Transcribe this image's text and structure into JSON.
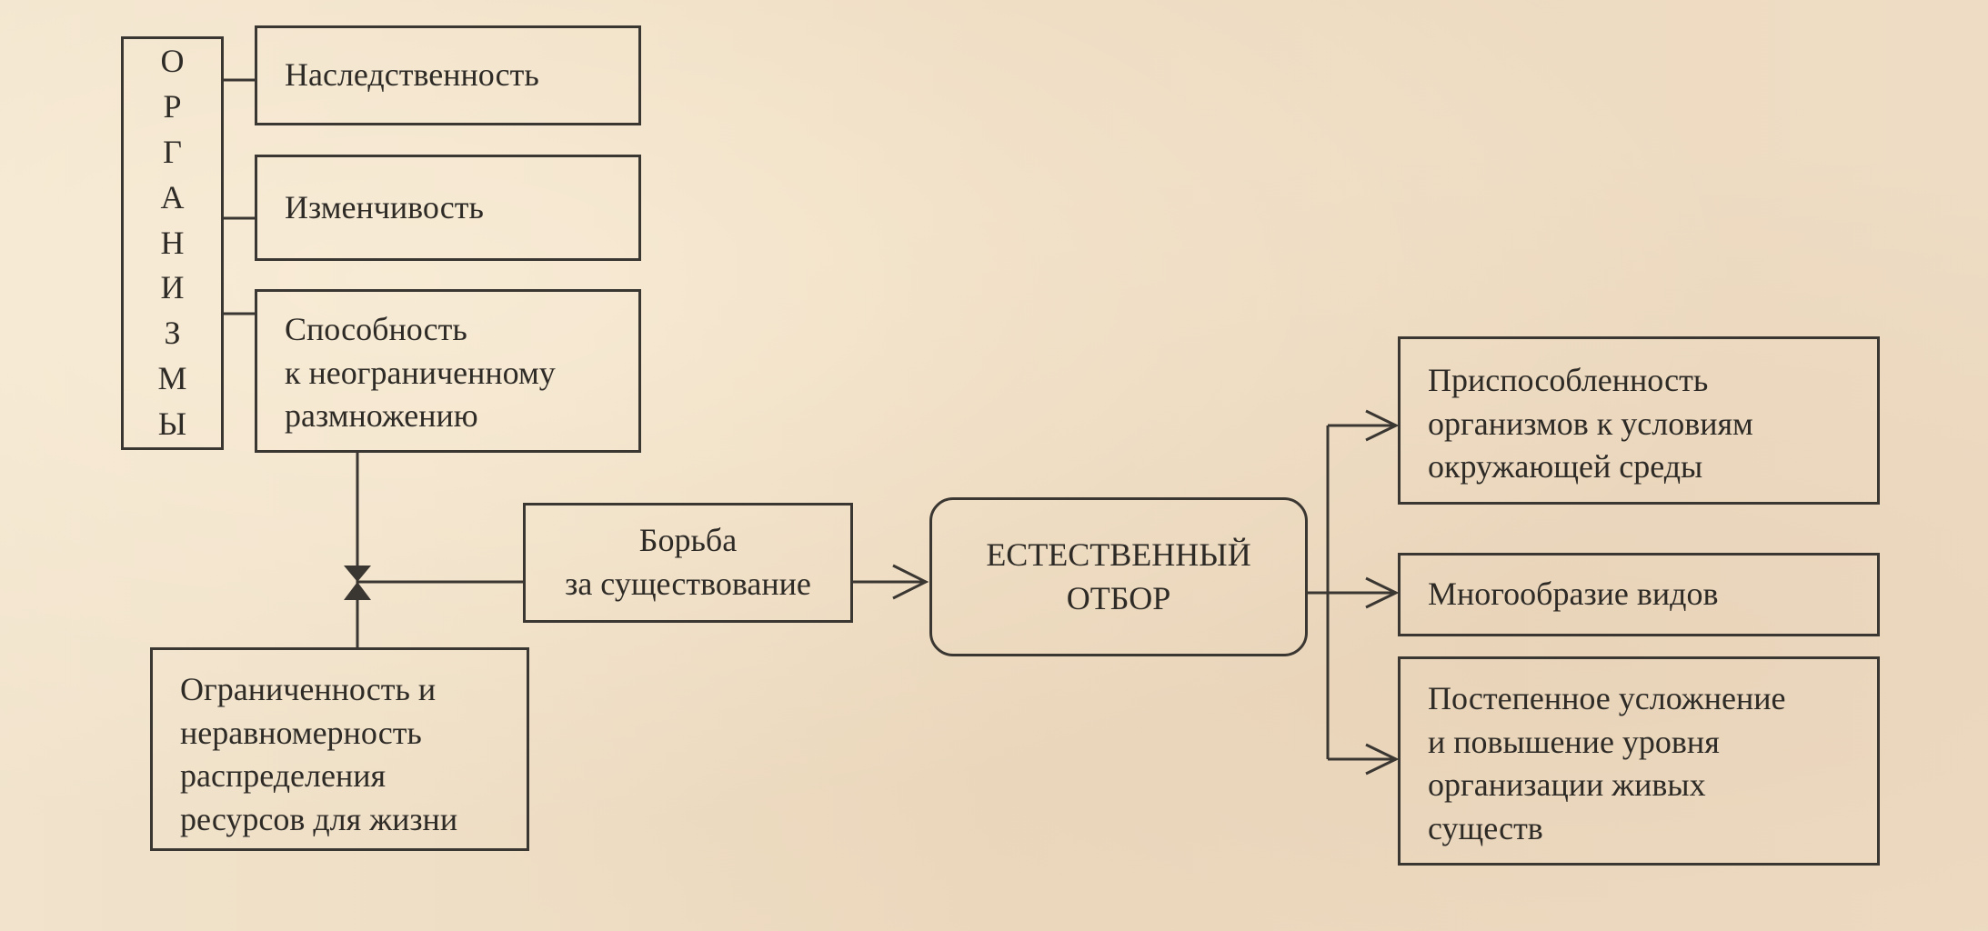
{
  "organisms_label": [
    "О",
    "Р",
    "Г",
    "А",
    "Н",
    "И",
    "З",
    "М",
    "Ы"
  ],
  "properties": {
    "heredity": "Наследственность",
    "variability": "Изменчивость",
    "reproduction": [
      "Способность",
      "к неограниченному",
      "размножению"
    ]
  },
  "limited_resources": [
    "Ограниченность и",
    "неравномерность",
    "распределения",
    "ресурсов для жизни"
  ],
  "struggle": [
    "Борьба",
    "за существование"
  ],
  "natural_selection": [
    "ЕСТЕСТВЕННЫЙ",
    "ОТБОР"
  ],
  "results": {
    "adaptation": [
      "Приспособленность",
      "организмов к условиям",
      "окружающей среды"
    ],
    "diversity": "Многообразие видов",
    "complexity": [
      "Постепенное усложнение",
      "и повышение уровня",
      "организации живых",
      "существ"
    ]
  }
}
